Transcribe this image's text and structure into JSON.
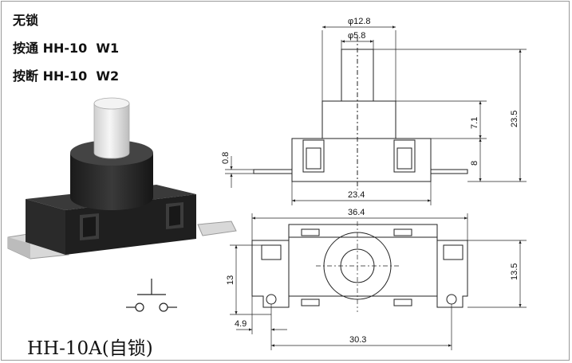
{
  "description_lines": [
    "无锁",
    "按通 HH-10  W1",
    "按断 HH-10  W2"
  ],
  "model_title": "HH-10A(自锁)",
  "dimensions": {
    "top_outer_diameter": "φ12.8",
    "top_inner_diameter": "φ5.8",
    "cap_height": "7.1",
    "total_height": "23.5",
    "lead_thickness": "0.8",
    "body_height": "8",
    "body_width": "23.4",
    "overall_width": "36.4",
    "base_depth": "13.5",
    "hole_span": "13",
    "hole_offset": "4.9",
    "pin_pitch": "30.3"
  },
  "colors": {
    "line": "#222222",
    "body": "#262626",
    "plunger": "#e6e6e6",
    "terminal": "#dcdcdc"
  }
}
